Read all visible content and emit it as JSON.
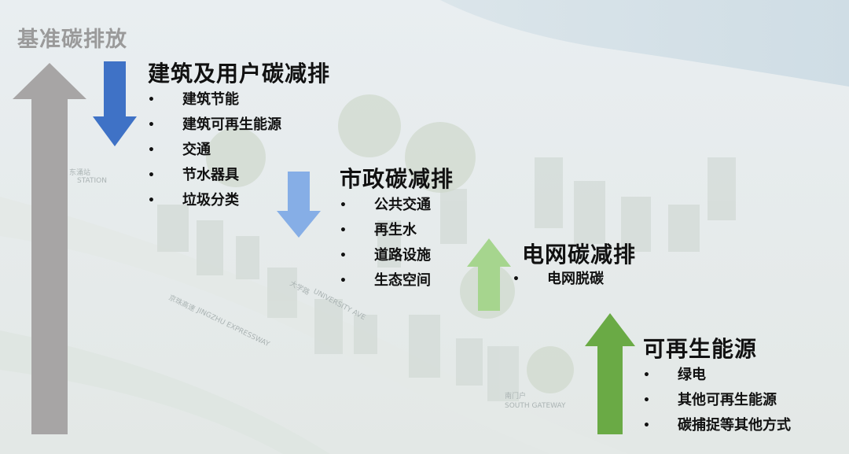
{
  "baseline_label": "基准碳排放",
  "map_labels": {
    "station": "东涌站",
    "station_en": "STATION",
    "avenue_cn": "大学路",
    "avenue_en": "UNIVERSITY AVE",
    "expressway_cn": "京珠高速",
    "expressway_en": "JINGZHU EXPRESSWAY",
    "gateway_cn": "南门户",
    "gateway_en": "SOUTH GATEWAY"
  },
  "sections": [
    {
      "title": "建筑及用户碳减排",
      "bullet": "•",
      "items": [
        "建筑节能",
        "建筑可再生能源",
        "交通",
        "节水器具",
        "垃圾分类"
      ]
    },
    {
      "title": "市政碳减排",
      "bullet": "•",
      "items": [
        "公共交通",
        "再生水",
        "道路设施",
        "生态空间"
      ]
    },
    {
      "title": "电网碳减排",
      "bullet": "•",
      "items": [
        "电网脱碳"
      ]
    },
    {
      "title": "可再生能源",
      "bullet": "•",
      "items": [
        "绿电",
        "其他可再生能源",
        "碳捕捉等其他方式"
      ]
    }
  ],
  "colors": {
    "baseline_arrow": "#a7a5a5",
    "building_arrow": "#3f72c6",
    "municipal_arrow": "#86aee6",
    "grid_arrow": "#a6d58e",
    "renewable_arrow": "#6aaa45"
  }
}
